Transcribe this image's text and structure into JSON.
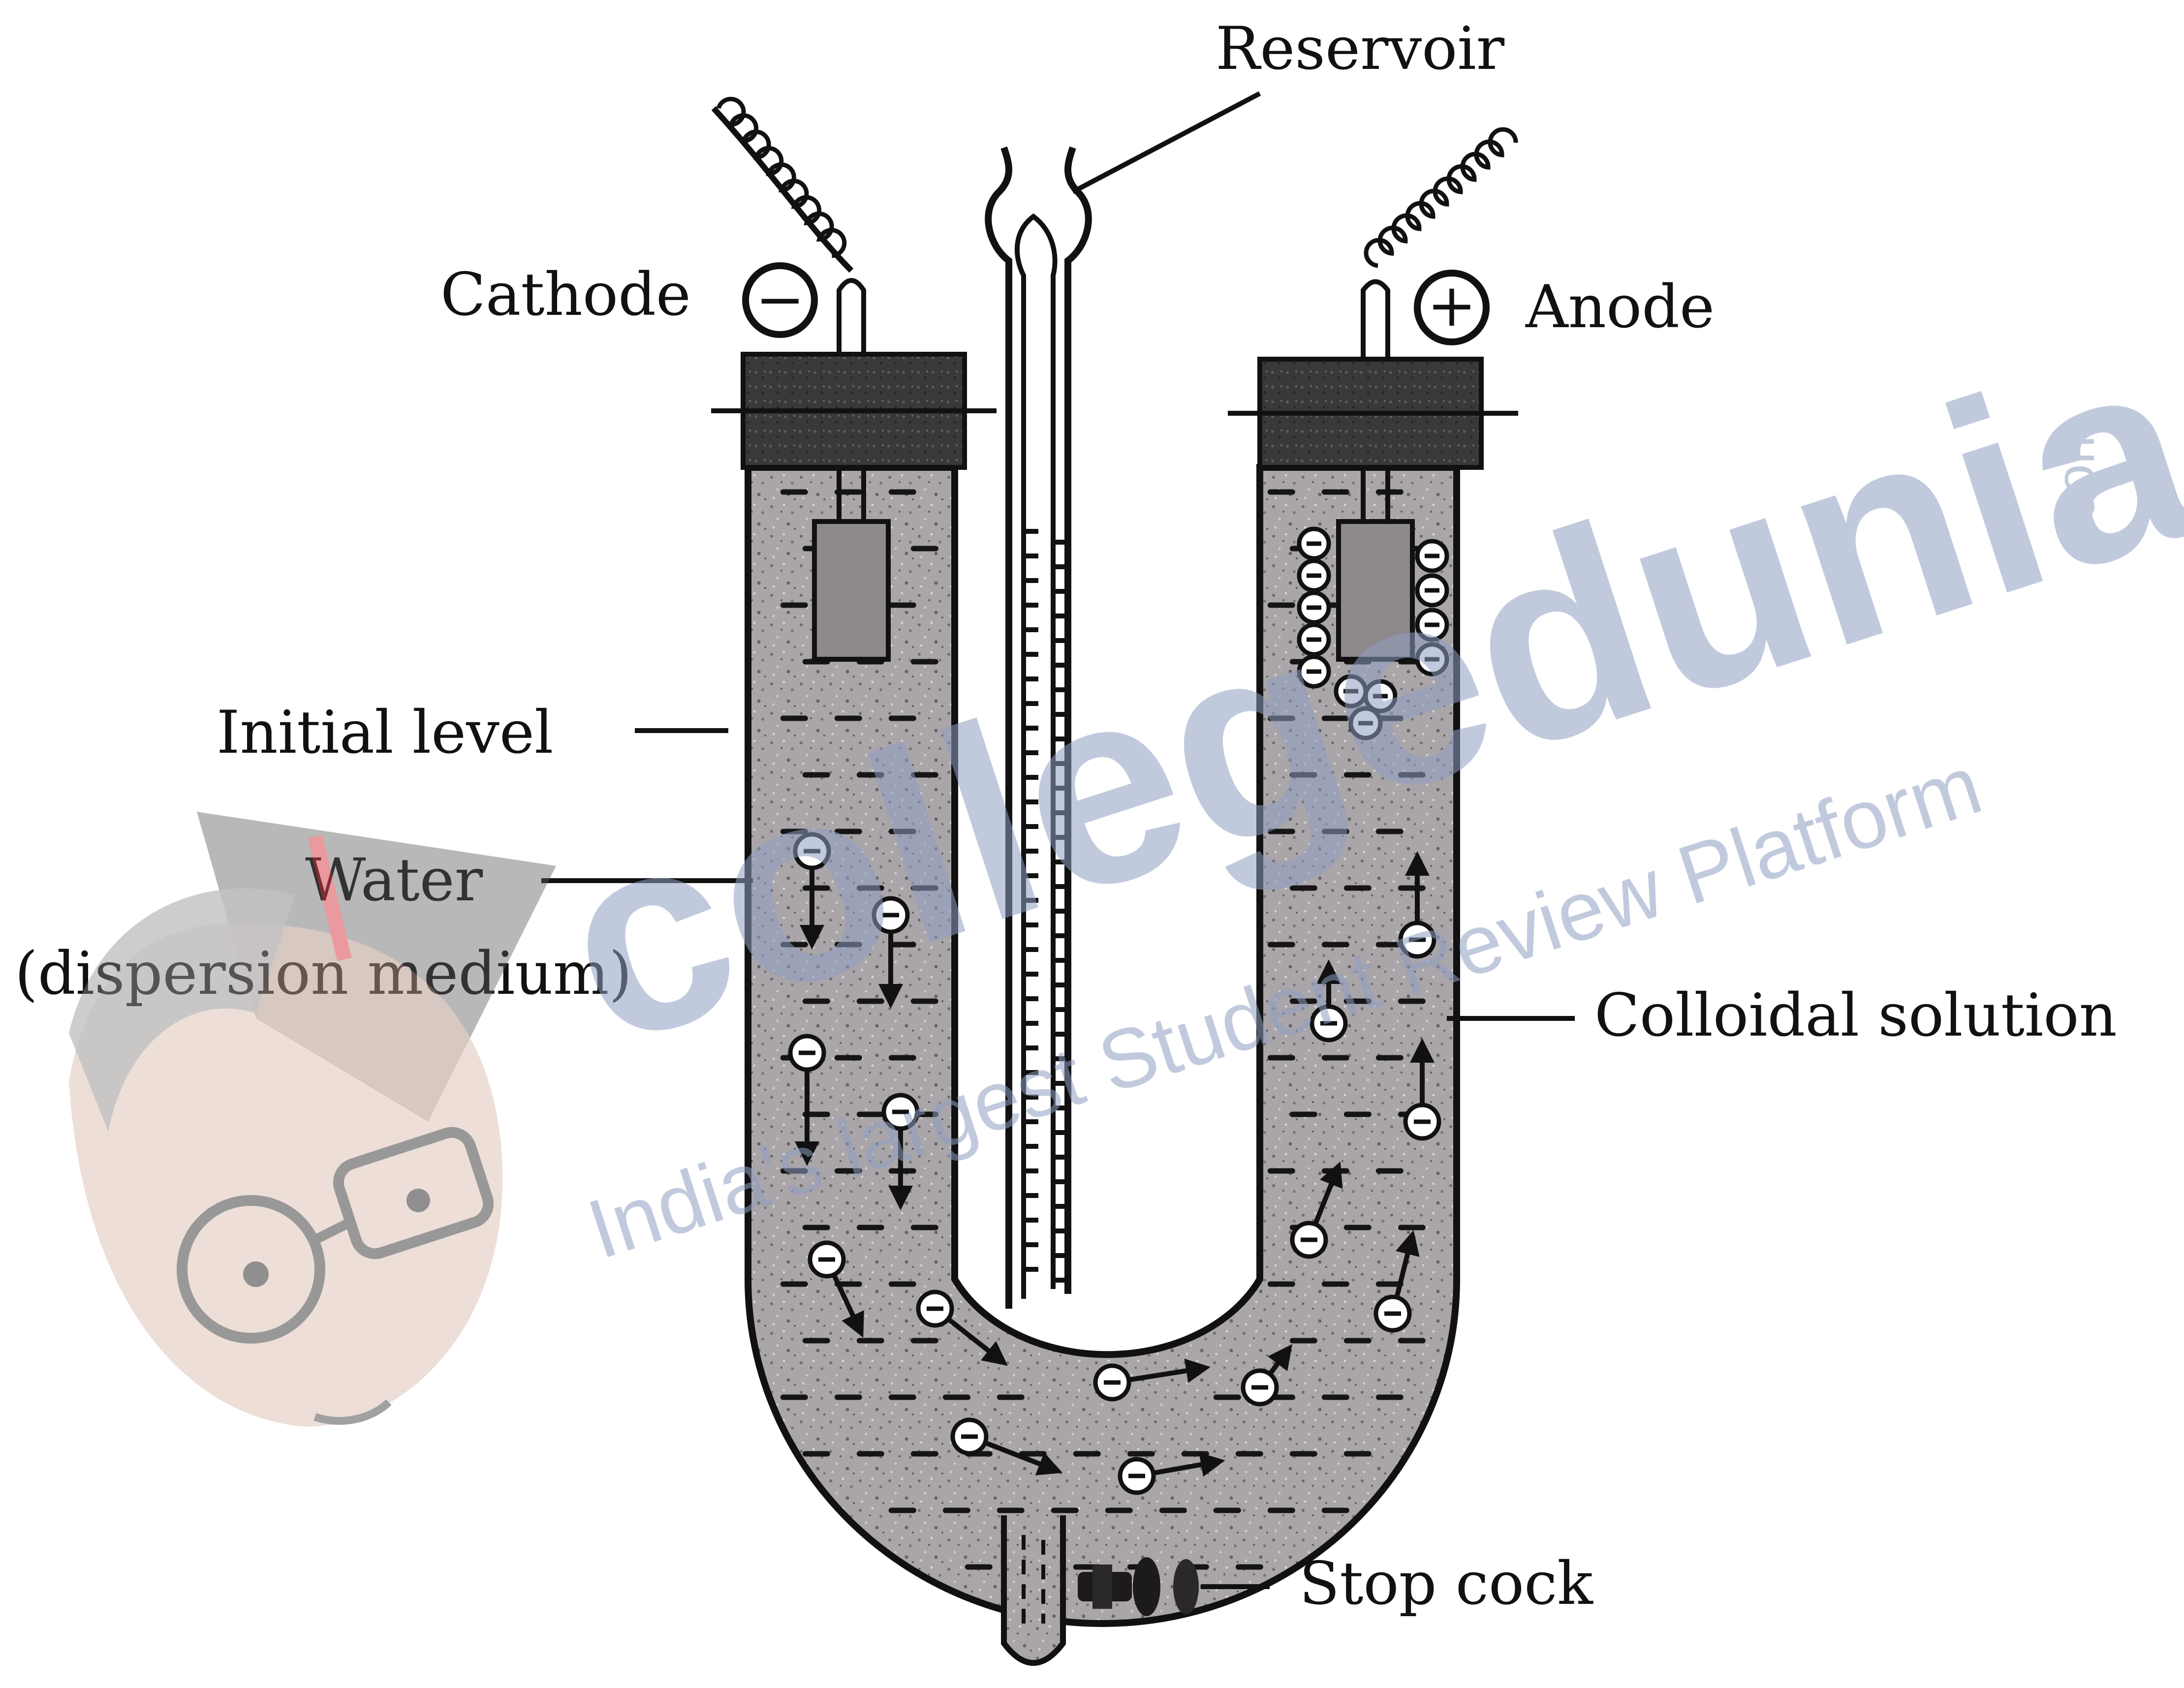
{
  "labels": {
    "reservoir": "Reservoir",
    "cathode": "Cathode",
    "anode": "Anode",
    "initial_level": "Initial level",
    "water": "Water",
    "dispersion_medium": "(dispersion medium)",
    "colloidal_solution": "Colloidal solution",
    "stop_cock": "Stop cock"
  },
  "signs": {
    "cathode": "−",
    "anode": "+",
    "particle": "−"
  },
  "watermark": {
    "brand": "collegedunia",
    "suffix": ".com",
    "tagline": "India's largest Student Review Platform"
  },
  "colors": {
    "liquid": "#a9a4a8",
    "stopper": "#3c3a3b",
    "ink": "#111111",
    "watermark": "#8f9fc2"
  }
}
